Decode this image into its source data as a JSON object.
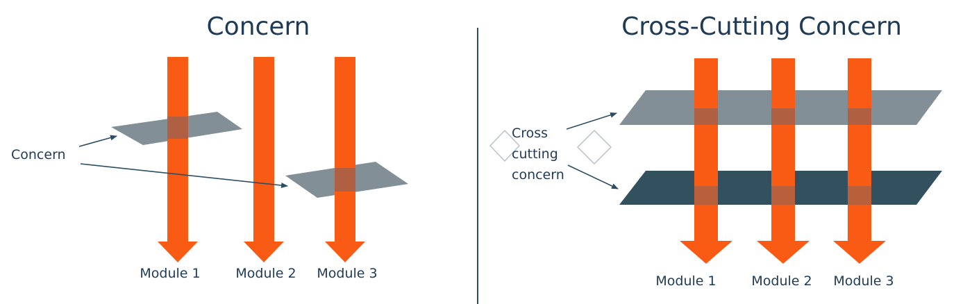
{
  "left": {
    "title": "Concern",
    "annotation": "Concern",
    "modules": [
      "Module 1",
      "Module 2",
      "Module 3"
    ]
  },
  "right": {
    "title": "Cross-Cutting Concern",
    "annotation_lines": [
      "Cross",
      "cutting",
      "concern"
    ],
    "modules": [
      "Module 1",
      "Module 2",
      "Module 3"
    ]
  },
  "colors": {
    "arrow": "#f95a14",
    "plane_light": "#828f97",
    "plane_dark": "#33505f",
    "text": "#1f3a55",
    "divider": "#2d4d63"
  }
}
